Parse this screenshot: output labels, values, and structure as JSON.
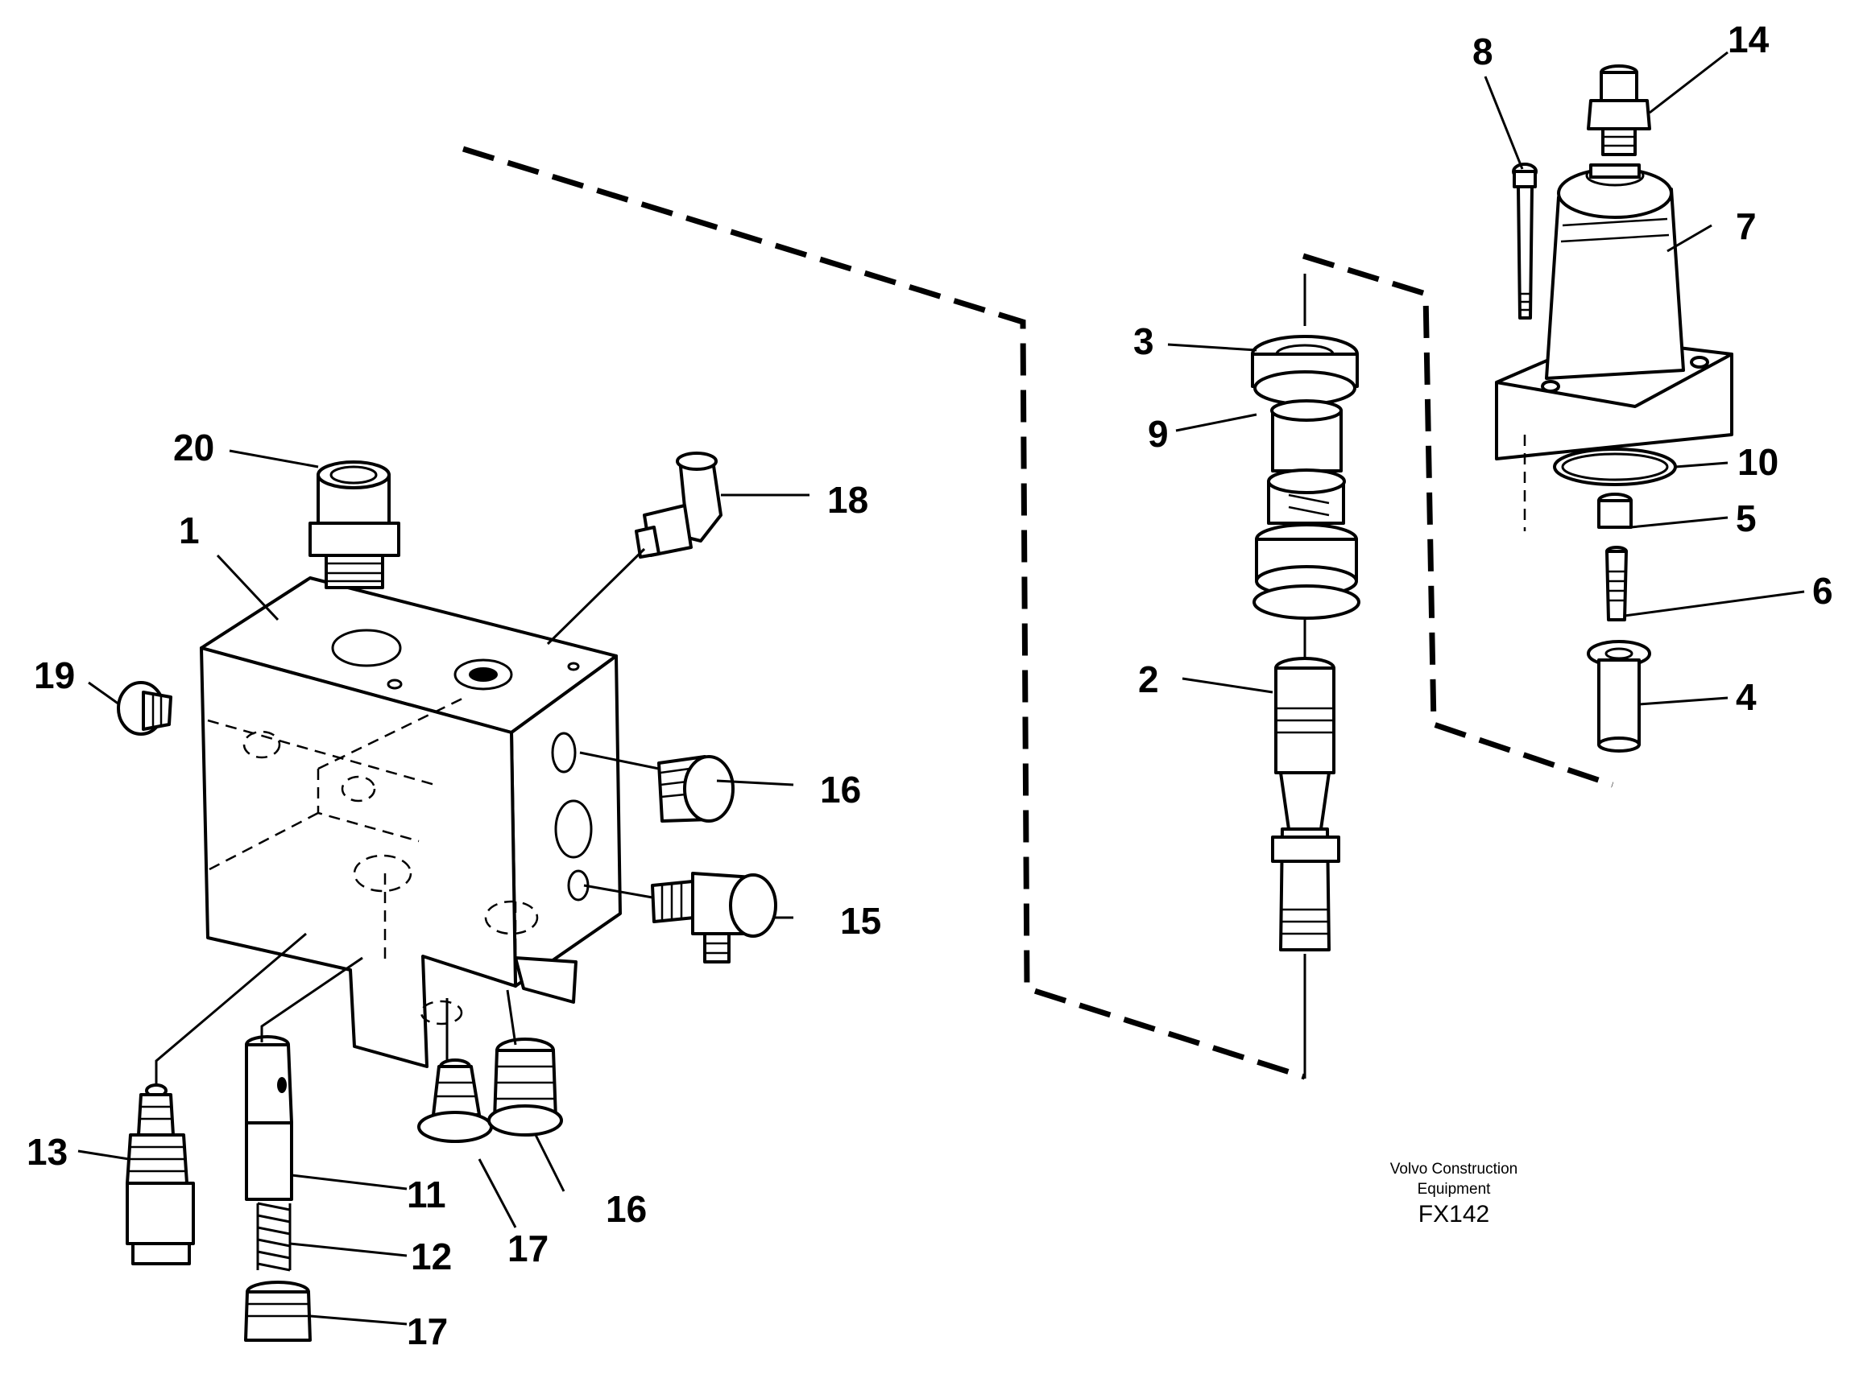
{
  "callouts": {
    "c1": "1",
    "c2": "2",
    "c3": "3",
    "c4": "4",
    "c5": "5",
    "c6": "6",
    "c7": "7",
    "c8": "8",
    "c9": "9",
    "c10": "10",
    "c11": "11",
    "c12": "12",
    "c13": "13",
    "c14": "14",
    "c15": "15",
    "c16a": "16",
    "c16b": "16",
    "c17a": "17",
    "c17b": "17",
    "c18": "18",
    "c19": "19",
    "c20": "20"
  },
  "credit": {
    "line1": "Volvo Construction",
    "line2": "Equipment",
    "code": "FX142"
  }
}
